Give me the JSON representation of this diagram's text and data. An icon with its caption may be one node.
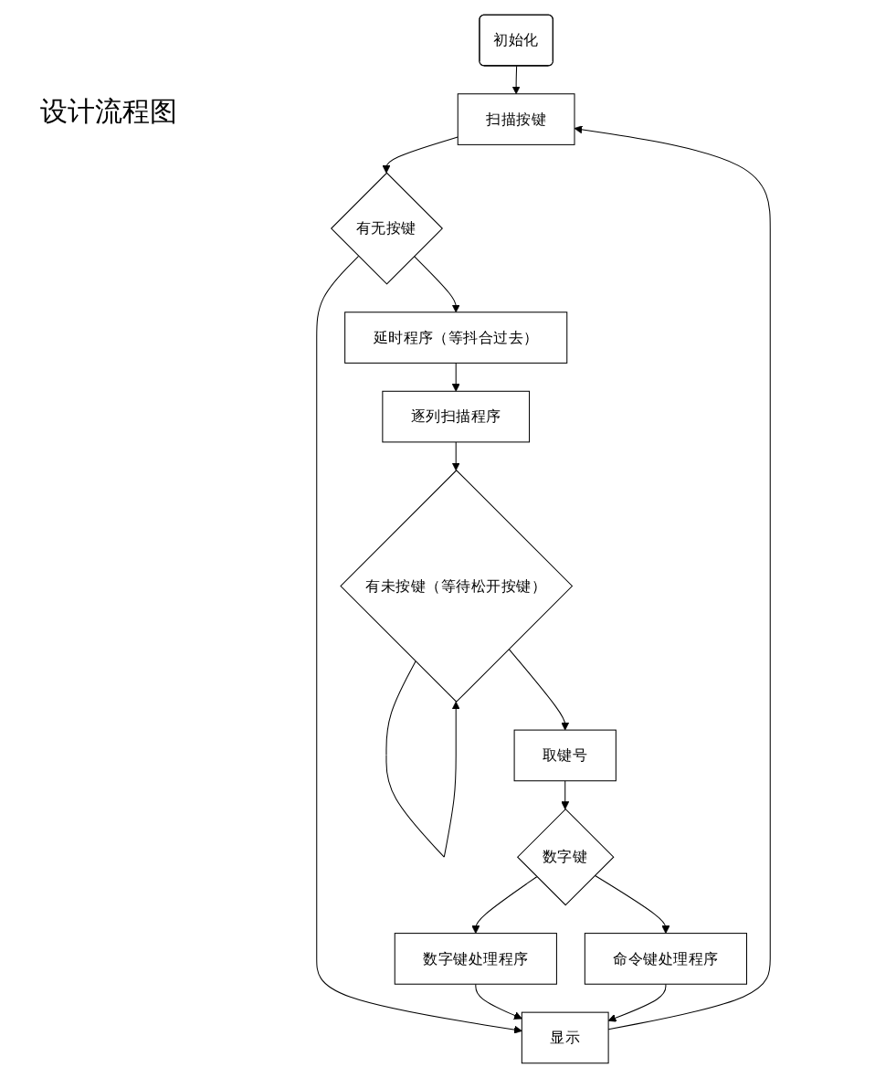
{
  "diagram": {
    "title": "设计流程图",
    "nodes": [
      {
        "text": [
          "初始化"
        ]
      },
      {
        "text": [
          "扫描按键"
        ]
      },
      {
        "text": [
          "有无按键"
        ]
      },
      {
        "text": [
          "延时程序（等抖合过去）"
        ]
      },
      {
        "text": [
          "逐列扫描程序"
        ]
      },
      {
        "text": [
          "有未按键（等待松开按键）"
        ]
      },
      {
        "text": [
          "取键号"
        ]
      },
      {
        "text": [
          "数字键"
        ]
      },
      {
        "text": [
          "数字键处理程序"
        ]
      },
      {
        "text": [
          "命令键处理程序"
        ]
      },
      {
        "text": [
          "显示"
        ]
      }
    ],
    "edges": [
      {
        "from": 0,
        "to": 1,
        "arrow": "to"
      },
      {
        "from": 1,
        "to": 2,
        "arrow": "to"
      },
      {
        "from": 2,
        "to": 3,
        "arrow": "to"
      },
      {
        "from": 2,
        "to": 10,
        "arrow": "to"
      },
      {
        "from": 3,
        "to": 4,
        "arrow": "to"
      },
      {
        "from": 4,
        "to": 5,
        "arrow": "to"
      },
      {
        "from": 5,
        "to": 5,
        "arrow": "to"
      },
      {
        "from": 5,
        "to": 6,
        "arrow": "to"
      },
      {
        "from": 6,
        "to": 7,
        "arrow": "to"
      },
      {
        "from": 7,
        "to": 8,
        "arrow": "to"
      },
      {
        "from": 7,
        "to": 9,
        "arrow": "to"
      },
      {
        "from": 8,
        "to": 10,
        "arrow": "to"
      },
      {
        "from": 9,
        "to": 10,
        "arrow": "to"
      },
      {
        "from": 10,
        "to": 1,
        "arrow": "to"
      }
    ]
  }
}
